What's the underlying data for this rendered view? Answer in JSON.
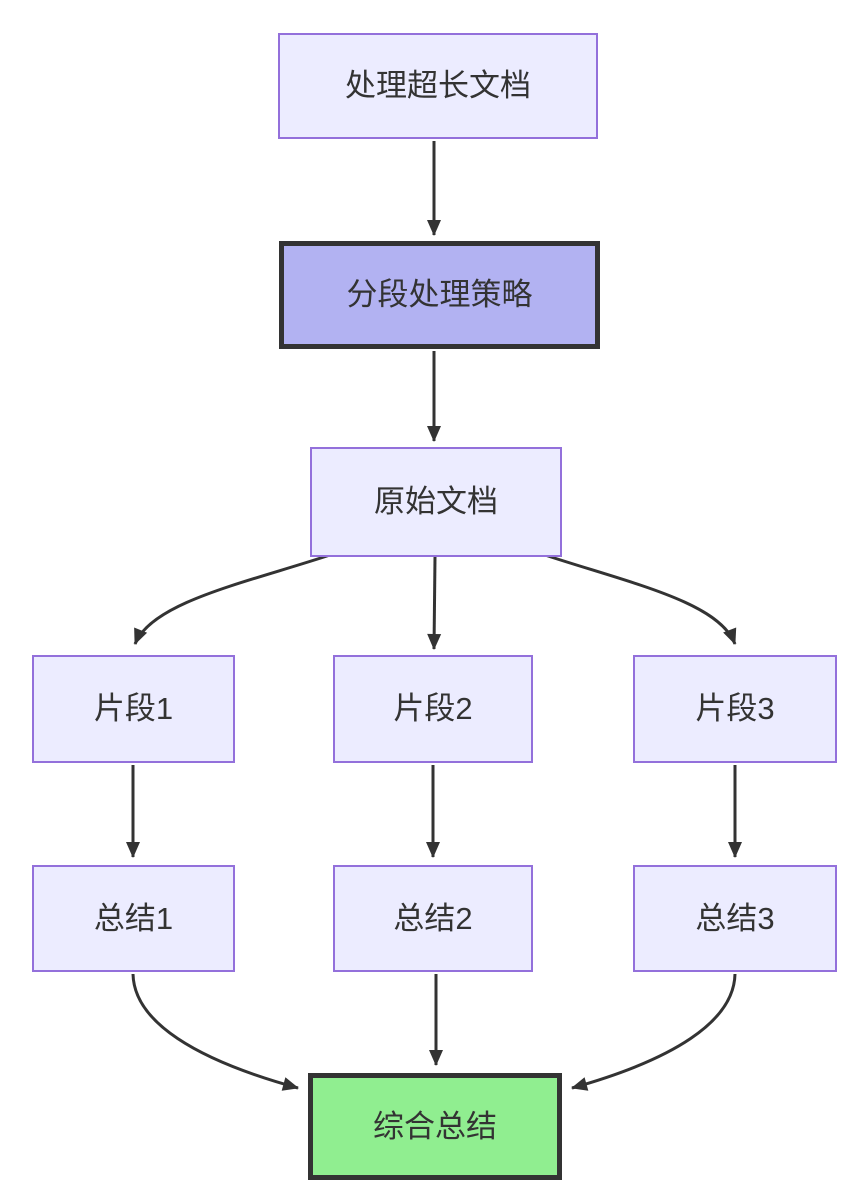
{
  "diagram": {
    "type": "flowchart",
    "direction": "top-down",
    "nodes": {
      "a": {
        "label": "处理超长文档",
        "style": "default"
      },
      "b": {
        "label": "分段处理策略",
        "style": "highlight"
      },
      "c": {
        "label": "原始文档",
        "style": "default"
      },
      "d1": {
        "label": "片段1",
        "style": "default"
      },
      "d2": {
        "label": "片段2",
        "style": "default"
      },
      "d3": {
        "label": "片段3",
        "style": "default"
      },
      "e1": {
        "label": "总结1",
        "style": "default"
      },
      "e2": {
        "label": "总结2",
        "style": "default"
      },
      "e3": {
        "label": "总结3",
        "style": "default"
      },
      "f": {
        "label": "综合总结",
        "style": "success"
      }
    },
    "edges": [
      {
        "from": "a",
        "to": "b"
      },
      {
        "from": "b",
        "to": "c"
      },
      {
        "from": "c",
        "to": "d1"
      },
      {
        "from": "c",
        "to": "d2"
      },
      {
        "from": "c",
        "to": "d3"
      },
      {
        "from": "d1",
        "to": "e1"
      },
      {
        "from": "d2",
        "to": "e2"
      },
      {
        "from": "d3",
        "to": "e3"
      },
      {
        "from": "e1",
        "to": "f"
      },
      {
        "from": "e2",
        "to": "f"
      },
      {
        "from": "e3",
        "to": "f"
      }
    ],
    "colors": {
      "default_fill": "#ECECFF",
      "default_border": "#9370DB",
      "highlight_fill": "#B2B2F2",
      "success_fill": "#90EE90",
      "strong_border": "#333333",
      "edge": "#333333",
      "text": "#333333",
      "background": "#FFFFFF"
    }
  }
}
